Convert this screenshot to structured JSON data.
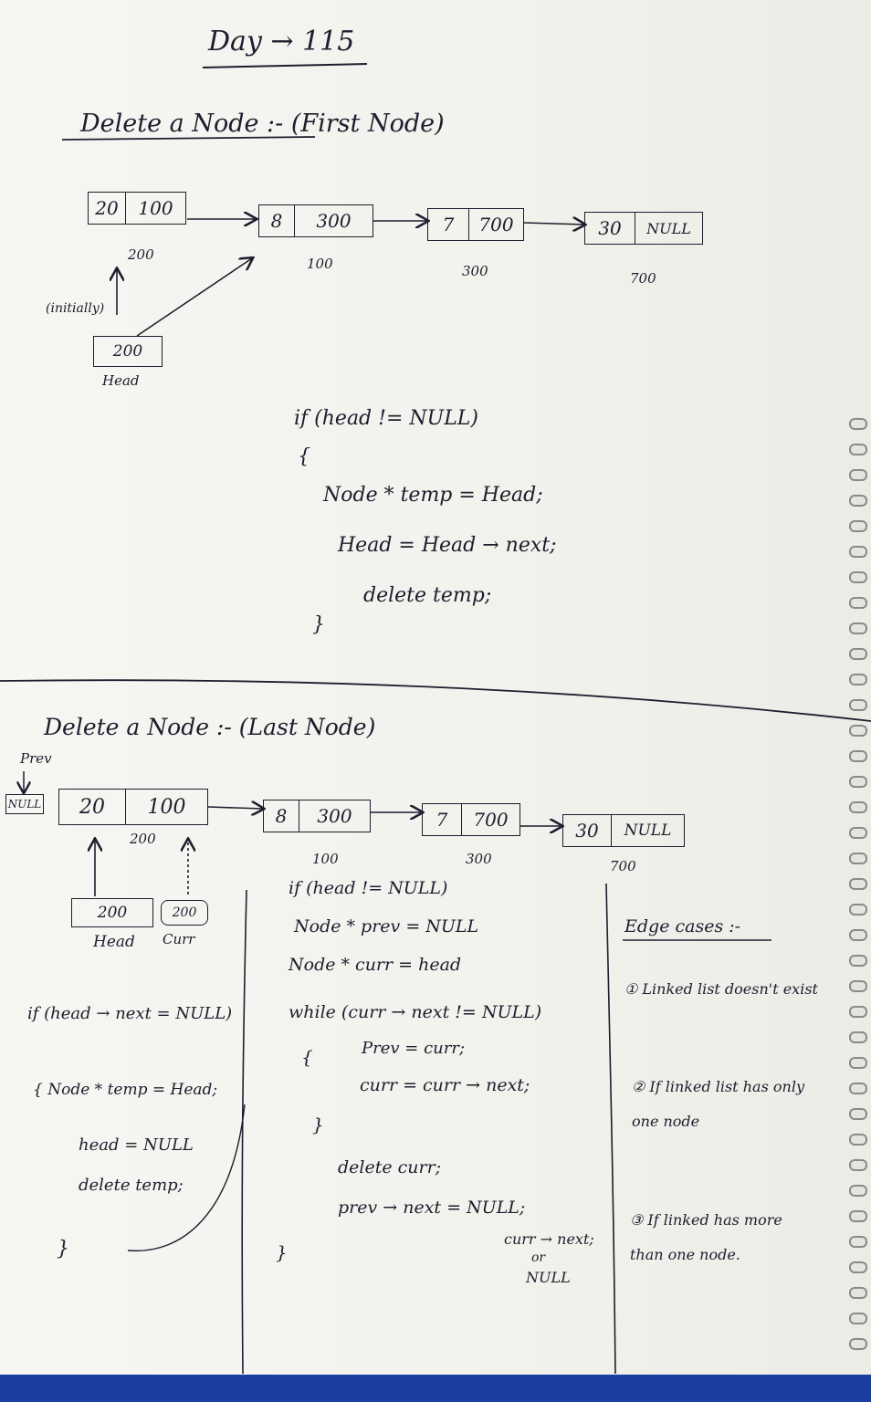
{
  "title": "Day → 115",
  "section1": {
    "heading": "Delete a Node :- (First Node)",
    "nodes": [
      {
        "data": "20",
        "next": "100",
        "addr": "200"
      },
      {
        "data": "8",
        "next": "300",
        "addr": "100"
      },
      {
        "data": "7",
        "next": "700",
        "addr": "300"
      },
      {
        "data": "30",
        "next": "NULL",
        "addr": "700"
      }
    ],
    "initially_label": "(initially)",
    "head_value": "200",
    "head_label": "Head",
    "code": [
      "if (head != NULL)",
      "{",
      "Node * temp = Head;",
      "Head = Head → next;",
      "delete temp;",
      "}"
    ]
  },
  "section2": {
    "heading": "Delete a Node :- (Last Node)",
    "prev_label": "Prev",
    "null_box": "NULL",
    "nodes": [
      {
        "data": "20",
        "next": "100",
        "addr": "200"
      },
      {
        "data": "8",
        "next": "300",
        "addr": "100"
      },
      {
        "data": "7",
        "next": "700",
        "addr": "300"
      },
      {
        "data": "30",
        "next": "NULL",
        "addr": "700"
      }
    ],
    "head_value": "200",
    "head_label": "Head",
    "curr_value": "200",
    "curr_label": "Curr",
    "left_code": [
      "if (head → next = NULL)",
      "{ Node * temp = Head;",
      "head = NULL",
      "delete temp;",
      "}"
    ],
    "middle_code": [
      "if (head != NULL)",
      "Node * prev = NULL",
      "Node * curr = head",
      "while (curr → next != NULL)",
      "{",
      "Prev = curr;",
      "curr = curr → next;",
      "}",
      "delete curr;",
      "prev → next = NULL;",
      "curr → next;",
      "or",
      "NULL",
      "}"
    ],
    "edge_cases": {
      "title": "Edge cases :-",
      "items": [
        "① Linked list doesn't exist",
        "② If linked list has only one node",
        "③ If linked has more than one node."
      ]
    }
  }
}
